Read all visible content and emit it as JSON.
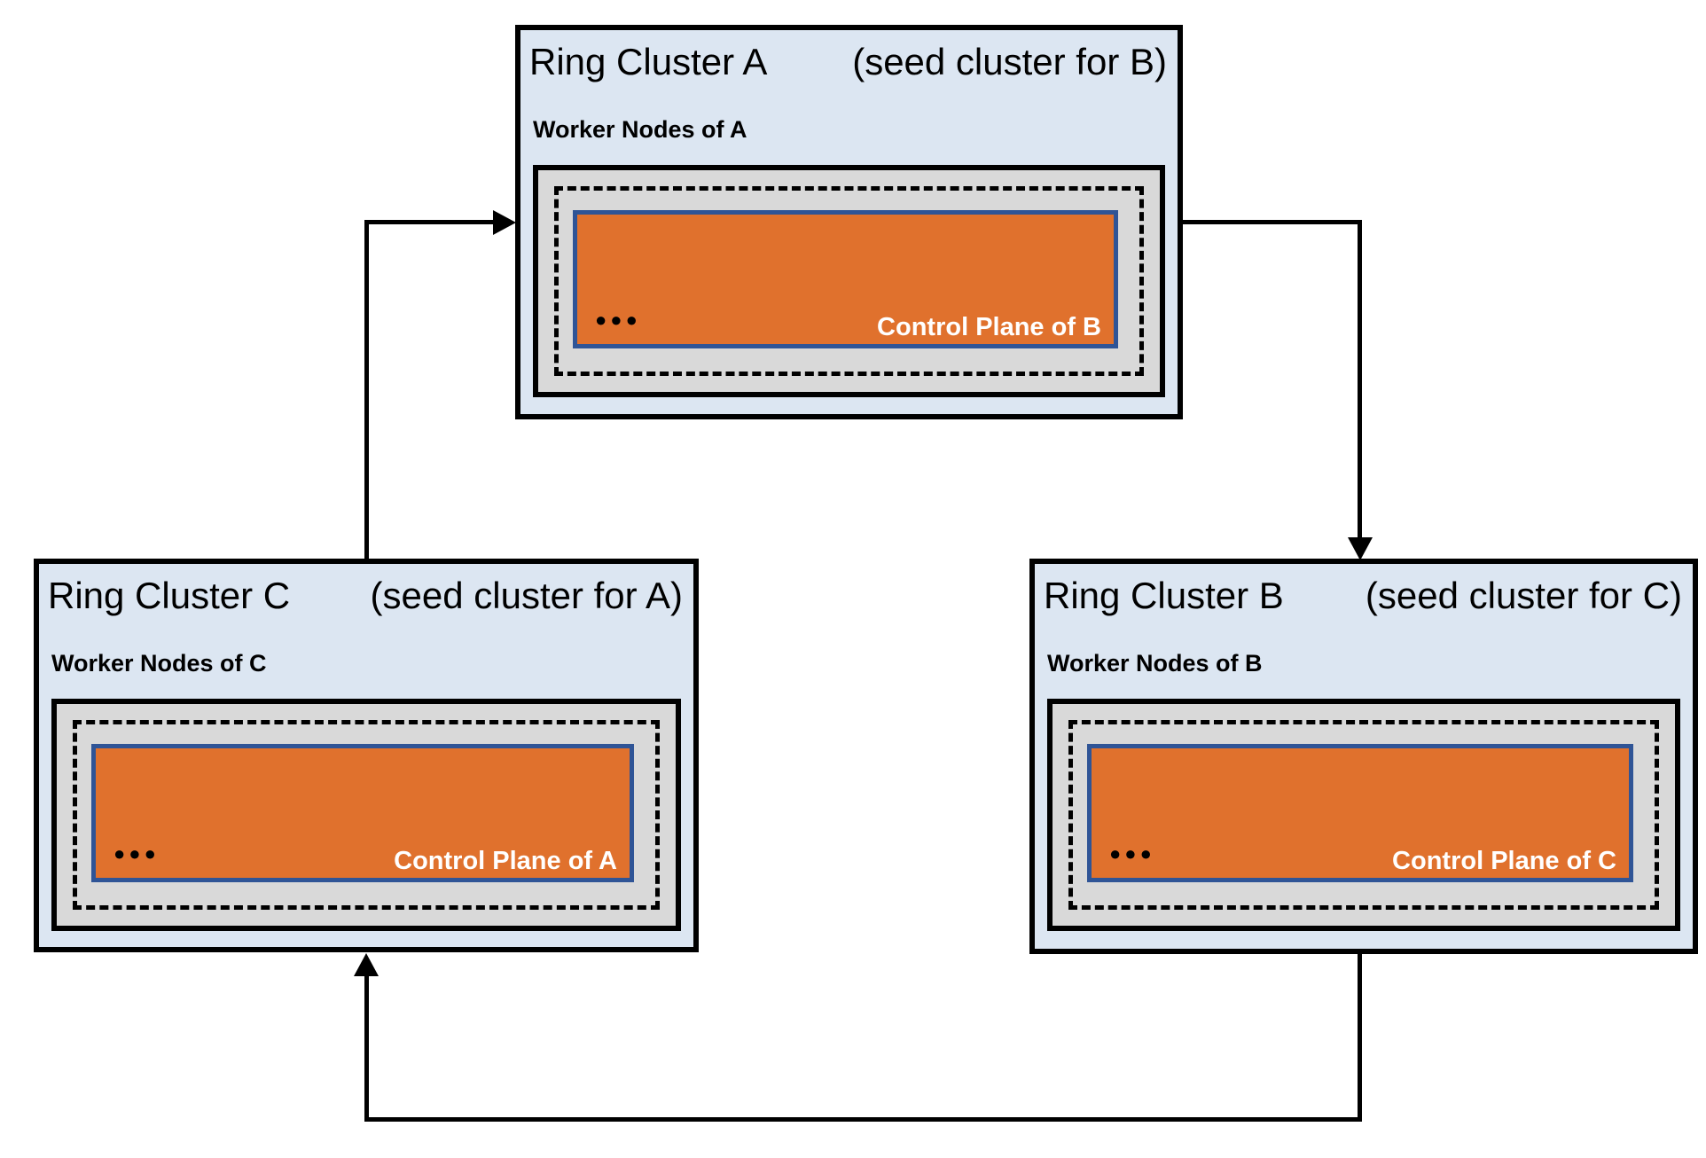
{
  "colors": {
    "cluster_bg": "#dce6f2",
    "cluster_border": "#000000",
    "node_bg": "#d9d9d9",
    "control_plane_bg": "#e0712d",
    "control_plane_border": "#2f5496",
    "control_plane_text": "#ffffff",
    "arrow": "#000000"
  },
  "clusters": [
    {
      "id": "A",
      "name": "Ring Cluster A",
      "seed_note": "(seed cluster for B)",
      "worker_label": "Worker Nodes of A",
      "dots": "●●●",
      "control_plane_label": "Control Plane of B"
    },
    {
      "id": "B",
      "name": "Ring Cluster B",
      "seed_note": "(seed cluster for C)",
      "worker_label": "Worker Nodes of B",
      "dots": "●●●",
      "control_plane_label": "Control Plane of C"
    },
    {
      "id": "C",
      "name": "Ring Cluster C",
      "seed_note": "(seed cluster for A)",
      "worker_label": "Worker Nodes of C",
      "dots": "●●●",
      "control_plane_label": "Control Plane of A"
    }
  ],
  "arrows": [
    {
      "from": "Ring Cluster C",
      "to": "Ring Cluster A"
    },
    {
      "from": "Ring Cluster A",
      "to": "Ring Cluster B"
    },
    {
      "from": "Ring Cluster B",
      "to": "Ring Cluster C"
    }
  ]
}
